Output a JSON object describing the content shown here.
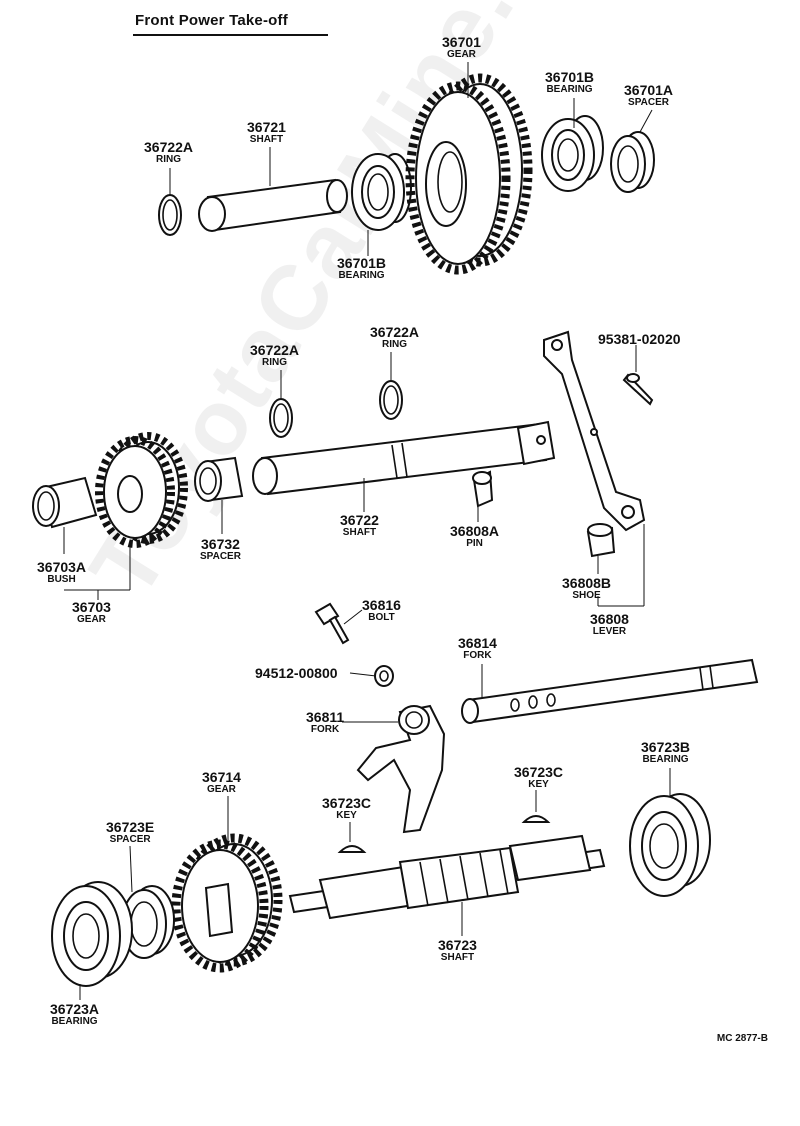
{
  "title": "Front Power Take-off",
  "code": "MC 2877-B",
  "watermark": "ToyotaCarMine.ru",
  "labels": [
    {
      "id": "p36701",
      "number": "36701",
      "name": "GEAR"
    },
    {
      "id": "p36701B-top",
      "number": "36701B",
      "name": "BEARING"
    },
    {
      "id": "p36701A",
      "number": "36701A",
      "name": "SPACER"
    },
    {
      "id": "p36722A-top",
      "number": "36722A",
      "name": "RING"
    },
    {
      "id": "p36721",
      "number": "36721",
      "name": "SHAFT"
    },
    {
      "id": "p36701B-bottom",
      "number": "36701B",
      "name": "BEARING"
    },
    {
      "id": "p36722A-mid1",
      "number": "36722A",
      "name": "RING"
    },
    {
      "id": "p36722A-mid2",
      "number": "36722A",
      "name": "RING"
    },
    {
      "id": "p95381",
      "number": "95381-02020",
      "name": ""
    },
    {
      "id": "p36703A",
      "number": "36703A",
      "name": "BUSH"
    },
    {
      "id": "p36703",
      "number": "36703",
      "name": "GEAR"
    },
    {
      "id": "p36732",
      "number": "36732",
      "name": "SPACER"
    },
    {
      "id": "p36722",
      "number": "36722",
      "name": "SHAFT"
    },
    {
      "id": "p36808A",
      "number": "36808A",
      "name": "PIN"
    },
    {
      "id": "p36808B",
      "number": "36808B",
      "name": "SHOE"
    },
    {
      "id": "p36808",
      "number": "36808",
      "name": "LEVER"
    },
    {
      "id": "p36816",
      "number": "36816",
      "name": "BOLT"
    },
    {
      "id": "p94512",
      "number": "94512-00800",
      "name": ""
    },
    {
      "id": "p36814",
      "number": "36814",
      "name": "FORK"
    },
    {
      "id": "p36811",
      "number": "36811",
      "name": "FORK"
    },
    {
      "id": "p36714",
      "number": "36714",
      "name": "GEAR"
    },
    {
      "id": "p36723B",
      "number": "36723B",
      "name": "BEARING"
    },
    {
      "id": "p36723C-right",
      "number": "36723C",
      "name": "KEY"
    },
    {
      "id": "p36723C-left",
      "number": "36723C",
      "name": "KEY"
    },
    {
      "id": "p36723E",
      "number": "36723E",
      "name": "SPACER"
    },
    {
      "id": "p36723",
      "number": "36723",
      "name": "SHAFT"
    },
    {
      "id": "p36723A",
      "number": "36723A",
      "name": "BEARING"
    }
  ]
}
